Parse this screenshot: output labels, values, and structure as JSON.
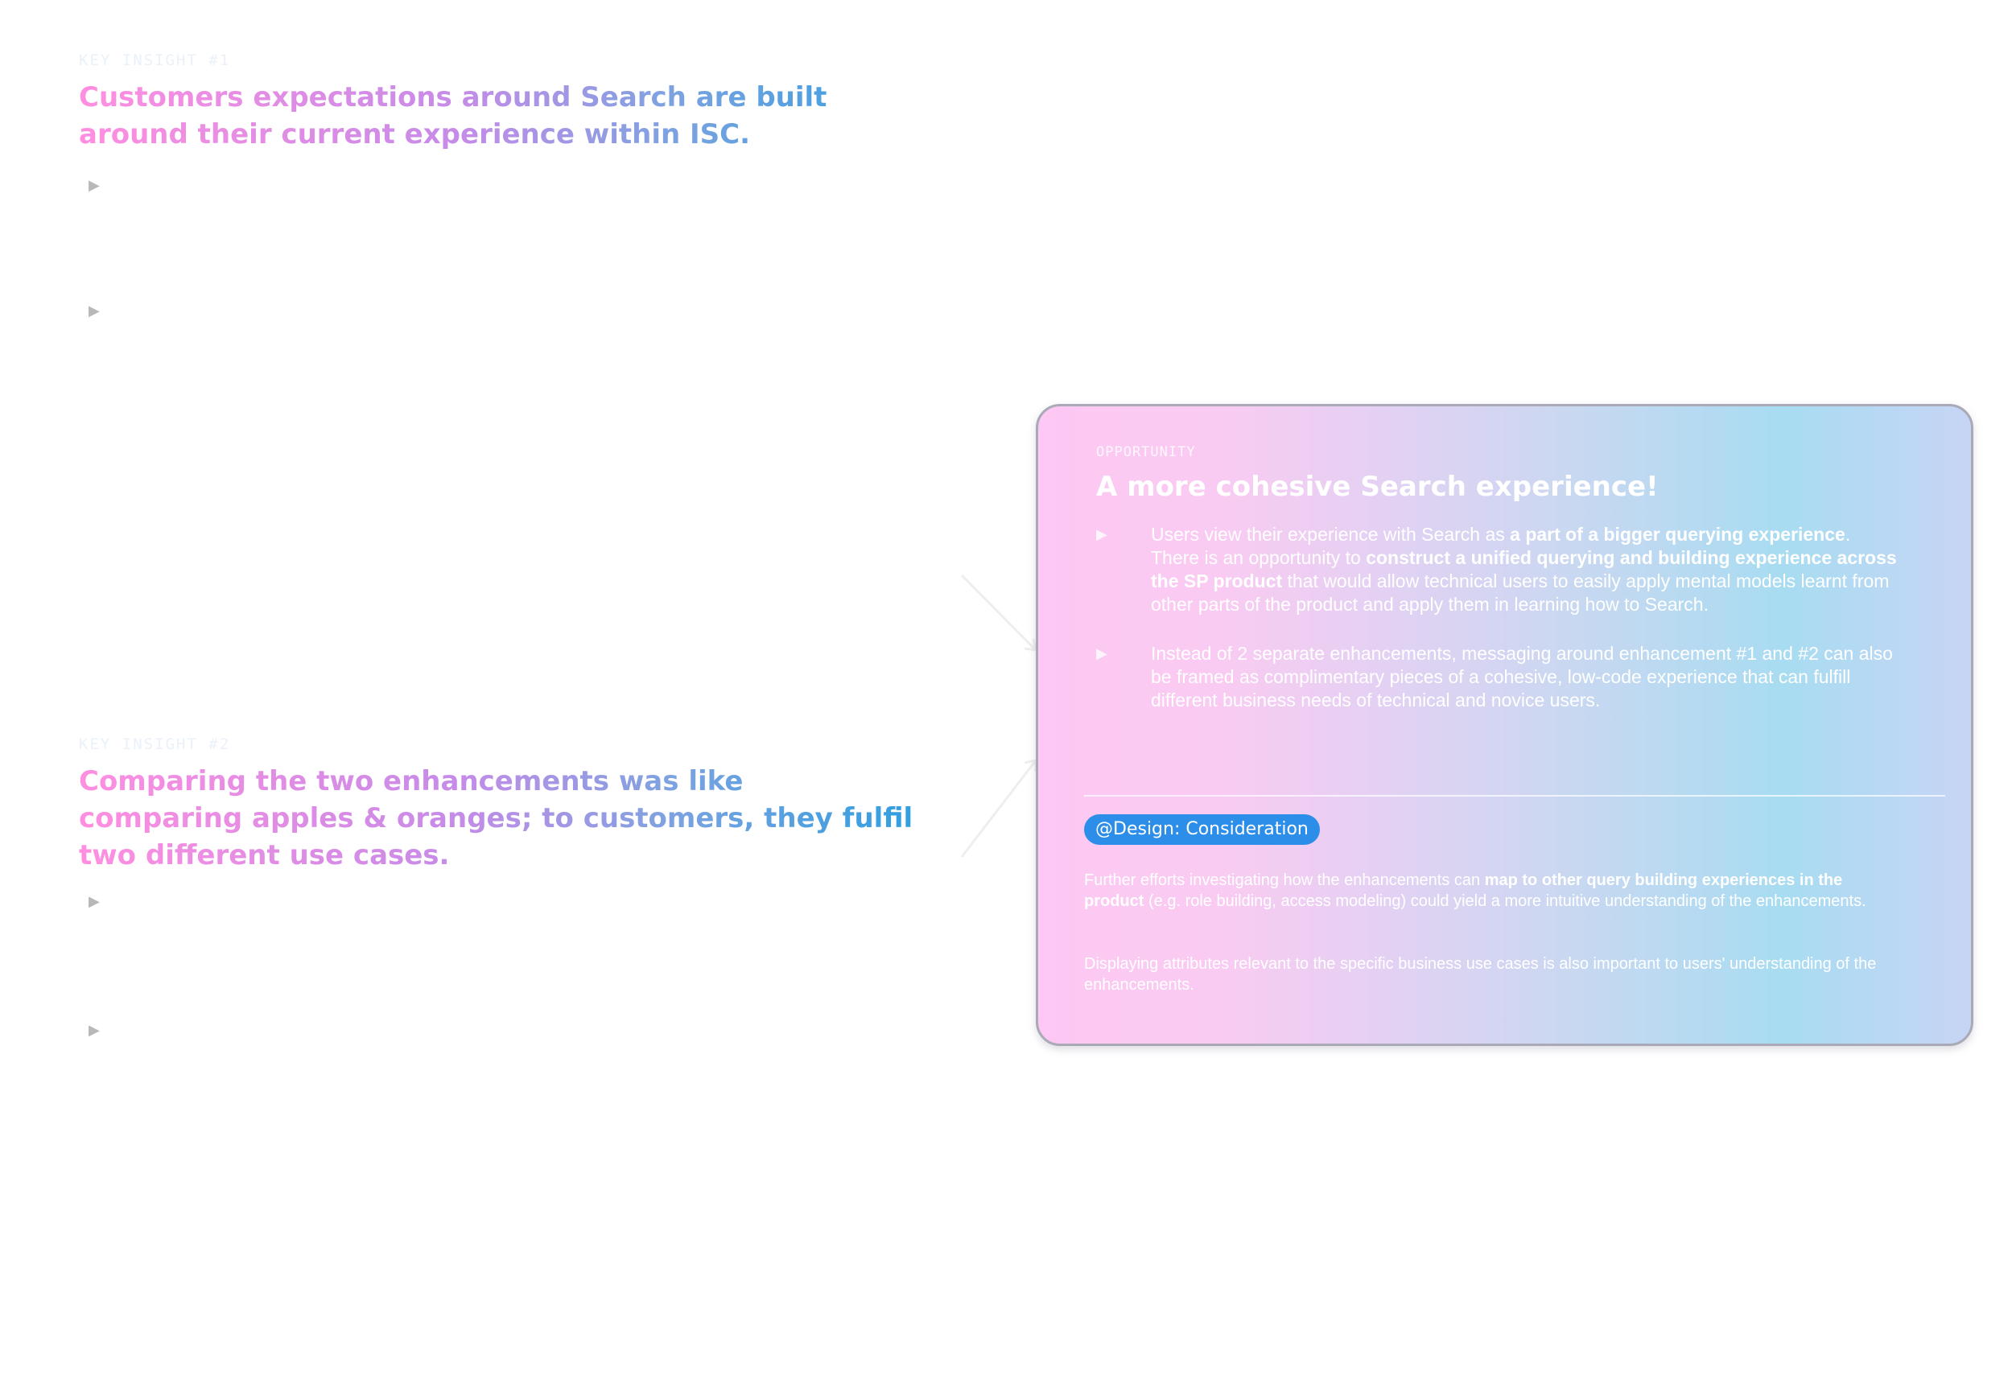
{
  "insight1": {
    "kicker": "KEY INSIGHT #1",
    "headline": "Customers expectations around Search are built around their current experience within ISC.",
    "toggles": [
      "▶",
      "▶"
    ]
  },
  "insight2": {
    "kicker": "KEY INSIGHT #2",
    "headline": "Comparing the two enhancements was like comparing apples & oranges; to customers, they fulfil two different use cases.",
    "toggles": [
      "▶",
      "▶"
    ]
  },
  "opportunity": {
    "kicker": "OPPORTUNITY",
    "title": "A more cohesive Search experience!",
    "bullets": [
      {
        "icon": "▶",
        "segments": [
          {
            "text": "Users view their experience with Search as ",
            "bold": false
          },
          {
            "text": "a part of a bigger querying experience",
            "bold": true
          },
          {
            "text": ". There is an opportunity to ",
            "bold": false
          },
          {
            "text": "construct a unified querying and building experience across the SP product",
            "bold": true
          },
          {
            "text": " that would allow technical users to easily apply mental models learnt from other parts of the product and apply them in learning how to Search.",
            "bold": false
          }
        ]
      },
      {
        "icon": "▶",
        "segments": [
          {
            "text": "Instead of 2 separate enhancements, messaging around enhancement #1 and #2 can also be framed as complimentary pieces of a cohesive, low-code experience that can fulfill different business needs of technical and novice users.",
            "bold": false
          }
        ]
      }
    ],
    "tag": "@Design: Consideration",
    "notes": [
      {
        "segments": [
          {
            "text": "Further efforts investigating how the enhancements can ",
            "bold": false
          },
          {
            "text": "map to other query building experiences in the product",
            "bold": true
          },
          {
            "text": " (e.g. role building, access modeling) could yield a more intuitive understanding of the enhancements.",
            "bold": false
          }
        ]
      },
      {
        "segments": [
          {
            "text": "Displaying attributes relevant to the specific business use cases is also important to users' understanding of the enhancements.",
            "bold": false
          }
        ]
      }
    ]
  }
}
